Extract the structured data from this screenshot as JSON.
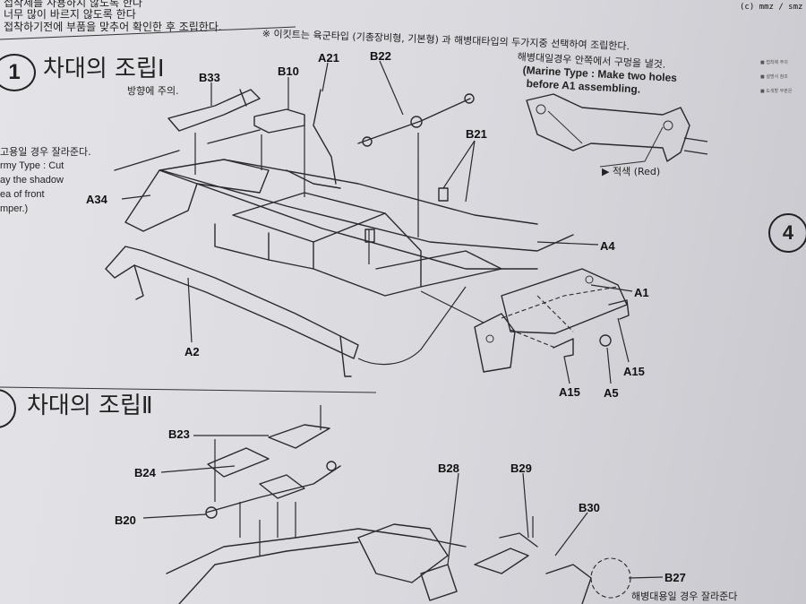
{
  "header": {
    "line1": "접착제를 사용하지 않도록 한다",
    "line2": "너무 많이 바르지 않도록 한다",
    "line3": "접착하기전에 부품을 맞추어 확인한 후 조립한다.",
    "note": "※ 이킷트는  육군타입 (기총장비형, 기본형) 과 해병대타입의 두가지중 선택하여 조립한다.",
    "copyright": "(c) mmz / smz"
  },
  "step1": {
    "number": "1",
    "title": "차대의 조립Ⅰ",
    "orientation_note": "방향에 주의.",
    "cut_note_lines": [
      "고용일 경우 잘라준다.",
      "rmy Type : Cut",
      "ay the shadow",
      "ea of front",
      "mper.)"
    ],
    "marine_note_lines": [
      "해병대일경우 안쪽에서 구멍을 낼것.",
      "(Marine Type : Make two holes",
      "before A1 assembling."
    ],
    "red_note": "▶ 적색 (Red)",
    "labels": {
      "b33": "B33",
      "b10": "B10",
      "a21": "A21",
      "b22": "B22",
      "b21": "B21",
      "a34": "A34",
      "a4": "A4",
      "a1": "A1",
      "a2": "A2",
      "a15a": "A15",
      "a15b": "A15",
      "a5": "A5"
    }
  },
  "step2": {
    "title": "차대의 조립Ⅱ",
    "labels": {
      "b23": "B23",
      "b24": "B24",
      "b20": "B20",
      "b28": "B28",
      "b29": "B29",
      "b30": "B30",
      "b27": "B27"
    },
    "bottom_note": "해병대용일 경우 잘라준다"
  },
  "step4": {
    "number": "4"
  },
  "sidebar": {
    "bullets": [
      "■ 접착제 주의",
      "■ 설명서 참조",
      "■ 도색할 부분은"
    ]
  }
}
